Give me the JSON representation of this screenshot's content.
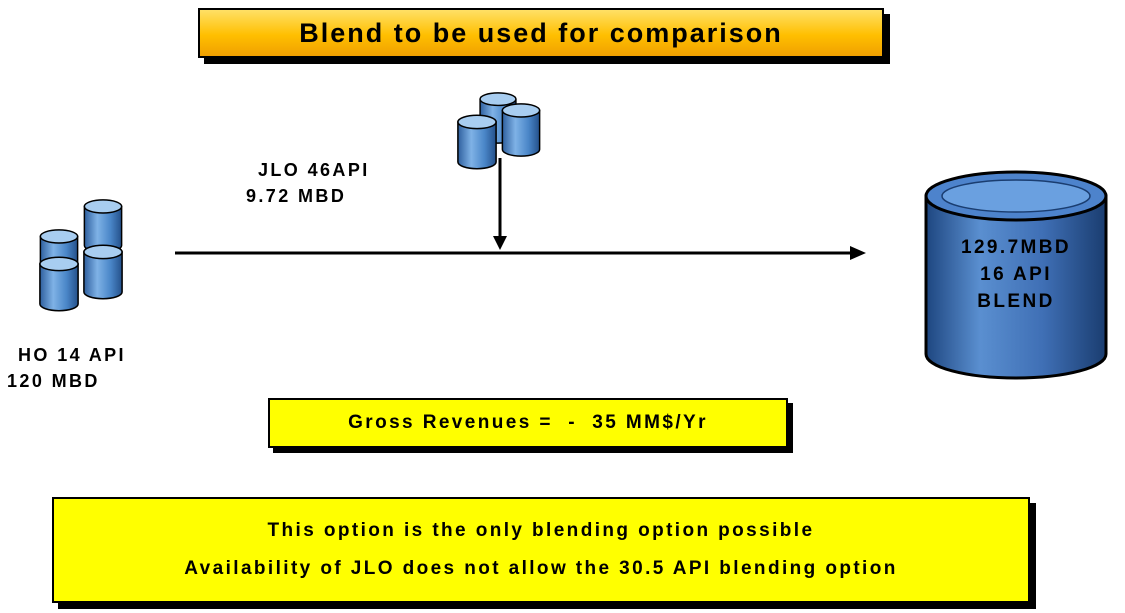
{
  "title": "Blend to be used for comparison",
  "feed_jlo": {
    "line1": "JLO 46API",
    "line2": "9.72 MBD",
    "icon": "barrels-icon"
  },
  "feed_ho": {
    "line1": "HO 14 API",
    "line2": "120 MBD",
    "icon": "barrels-icon"
  },
  "blend_tank": {
    "line1": "129.7MBD",
    "line2": "16 API",
    "line3": "BLEND",
    "icon": "storage-tank-icon"
  },
  "revenue": "Gross Revenues =  -  35 MM$/Yr",
  "note": {
    "line1": "This option is the only blending option possible",
    "line2": "Availability of JLO does not allow the 30.5 API blending option"
  },
  "colors": {
    "title_fill": "#ffbf00",
    "box_fill": "#ffff00",
    "barrel_fill": "#5b9bd5",
    "tank_fill": "#3f6fb5"
  }
}
